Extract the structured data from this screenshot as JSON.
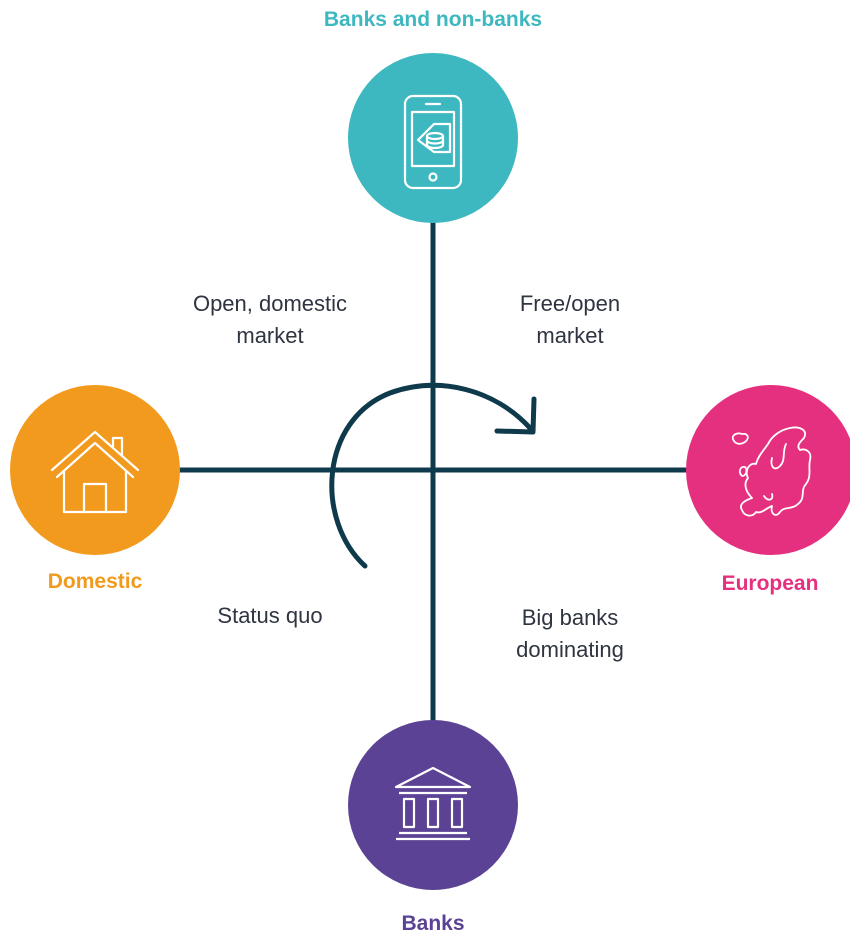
{
  "axes": {
    "top": {
      "label": "Banks and non-banks",
      "color": "#3eb8c0",
      "icon": "smartphone-icon"
    },
    "bottom": {
      "label": "Banks",
      "color": "#5b4294",
      "icon": "bank-building-icon"
    },
    "left": {
      "label": "Domestic",
      "color": "#f29a1e",
      "icon": "house-icon"
    },
    "right": {
      "label": "European",
      "color": "#e5307f",
      "icon": "europe-map-icon"
    }
  },
  "quadrants": {
    "top_left": "Open, domestic\nmarket",
    "top_right": "Free/open\nmarket",
    "bottom_left": "Status quo",
    "bottom_right": "Big banks\ndominating"
  },
  "colors": {
    "axis_line": "#0e3a4c",
    "arrow": "#0e3a4c"
  }
}
